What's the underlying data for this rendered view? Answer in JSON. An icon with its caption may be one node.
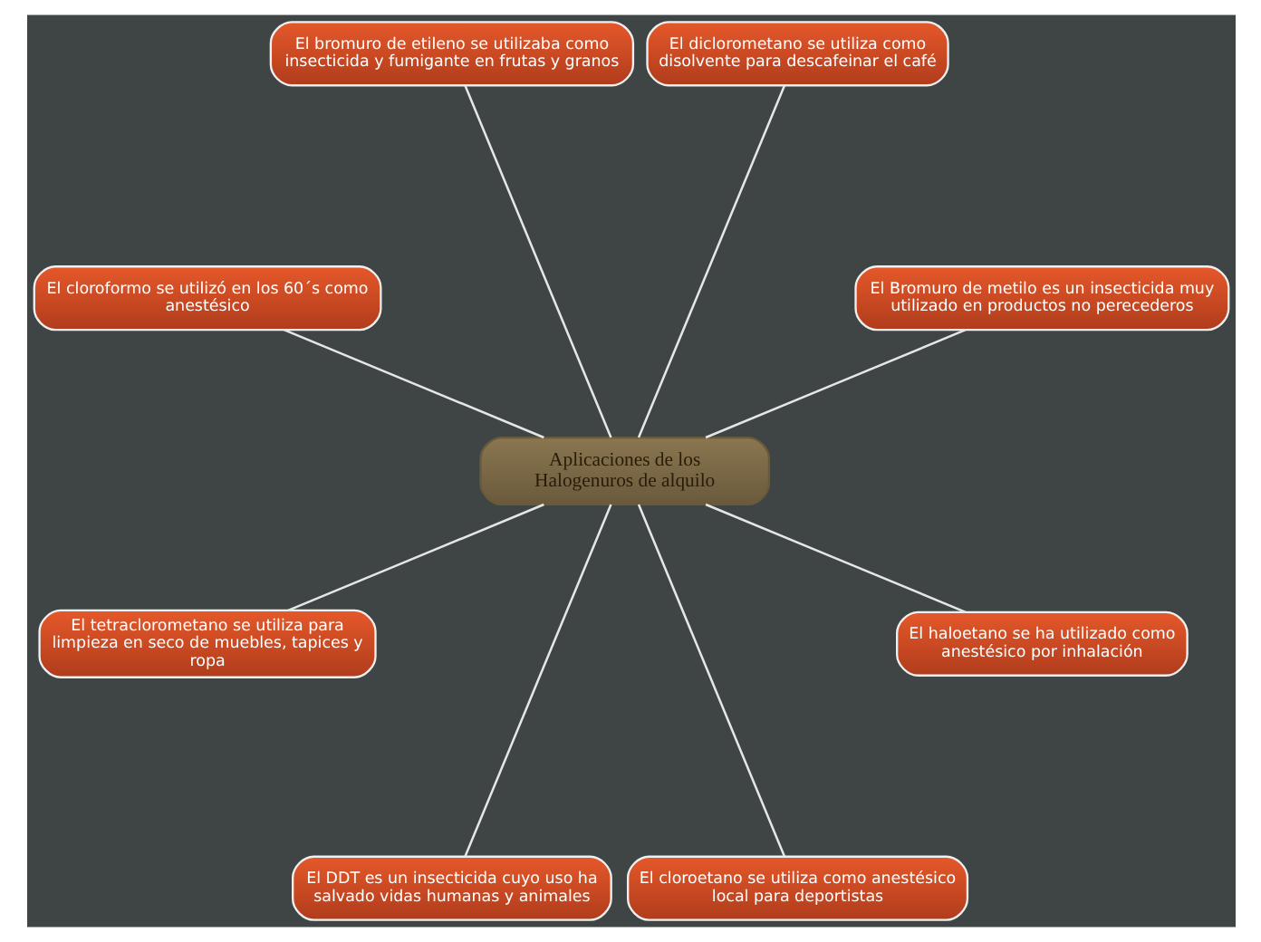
{
  "diagram": {
    "nodes": [
      {
        "text": [
          "Aplicaciones de los Halogenuros de alquilo"
        ]
      },
      {
        "text": [
          "El Bromuro de metilo es un insecticida muy utilizado en productos no perecederos"
        ]
      },
      {
        "text": [
          "El diclorometano se utiliza como disolvente para descafeinar el café"
        ]
      },
      {
        "text": [
          "El bromuro de etileno se utilizaba como insecticida y fumigante en frutas y granos"
        ]
      },
      {
        "text": [
          "El cloroformo se utilizó en los 60´s como anestésico"
        ]
      },
      {
        "text": [
          "El tetraclorometano se utiliza para limpieza en seco de muebles, tapices y ropa"
        ]
      },
      {
        "text": [
          "El DDT es un insecticida cuyo uso ha salvado vidas humanas y animales"
        ]
      },
      {
        "text": [
          "El cloroetano se utiliza como anestésico local para deportistas"
        ]
      },
      {
        "text": [
          "El haloetano se ha utilizado como anestésico por inhalación"
        ]
      }
    ],
    "edges": [
      {
        "from": 0,
        "to": 1,
        "arrow": "none"
      },
      {
        "from": 0,
        "to": 2,
        "arrow": "none"
      },
      {
        "from": 0,
        "to": 4,
        "arrow": "none"
      },
      {
        "from": 0,
        "to": 5,
        "arrow": "none"
      },
      {
        "from": 0,
        "to": 8,
        "arrow": "none"
      },
      {
        "from": 0,
        "to": 7,
        "arrow": "none"
      },
      {
        "from": 0,
        "to": 6,
        "arrow": "none"
      },
      {
        "from": 0,
        "to": 3,
        "arrow": "none"
      }
    ]
  }
}
